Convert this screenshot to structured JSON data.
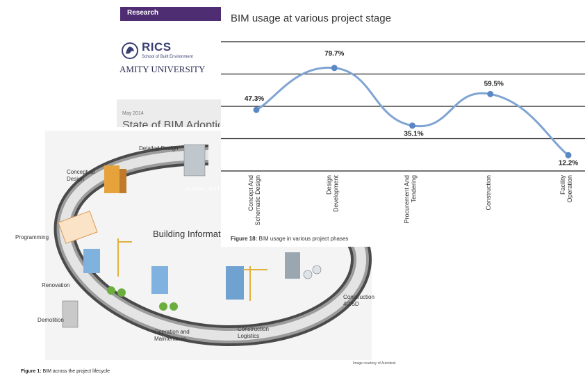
{
  "cover": {
    "research_label": "Research",
    "rics_label": "RICS",
    "rics_sub": "School of Built Environment",
    "amity_label": "AMITY UNIVERSITY",
    "date_label": "May 2014",
    "title_fragment": "State of BIM Adoption"
  },
  "lifecycle": {
    "labels": {
      "detailed_design": "Detailed Design",
      "conceptual_design": "Conceptual Design",
      "programming": "Programming",
      "renovation": "Renovation",
      "demolition": "Demolition",
      "operation": "Operation and Maintenance",
      "construction_logistics": "Construction Logistics",
      "construction_4d5d": "Construction 4D/5D",
      "visualization": "VISUALIZAT",
      "building_info": "Building Informat"
    },
    "credit": "Image courtesy of Autodesk",
    "caption_bold": "Figure 1:",
    "caption_text": " BIM across the project lifecycle"
  },
  "chart_page": {
    "caption_bold": "Figure 18:",
    "caption_text": " BIM usage in various project phases"
  },
  "chart_data": {
    "type": "line",
    "title": "BIM usage at various project stage",
    "categories": [
      "Concept And Schematic Design",
      "Design Development",
      "Procurement And Tendering",
      "Construction",
      "Facility Operation"
    ],
    "values": [
      47.3,
      79.7,
      35.1,
      59.5,
      12.2
    ],
    "value_labels": [
      "47.3%",
      "79.7%",
      "35.1%",
      "59.5%",
      "12.2%"
    ],
    "ylim": [
      0,
      100
    ],
    "grid": true,
    "line_color": "#7fa4d4",
    "marker_color": "#5a88c4"
  },
  "colors": {
    "research_bar": "#4f2d73",
    "rics": "#3a3f73"
  }
}
